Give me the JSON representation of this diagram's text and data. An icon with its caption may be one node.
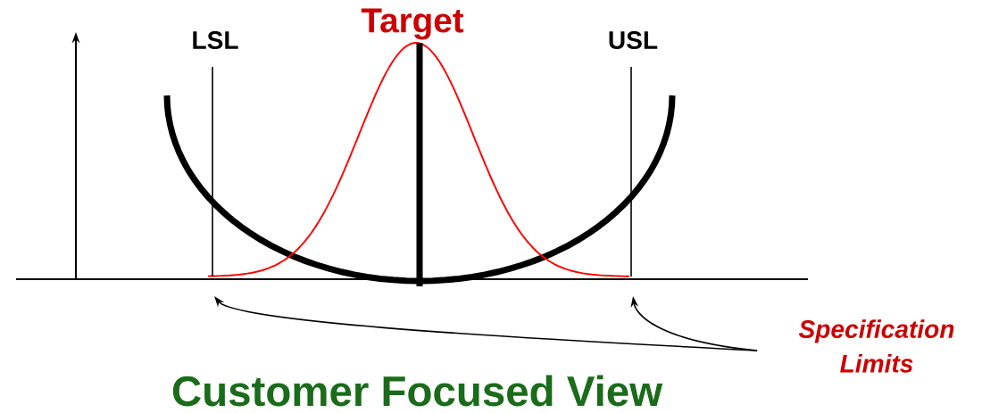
{
  "diagram": {
    "caption": "Customer Focused View",
    "nodes": [
      {
        "text": [
          "Specification Limits"
        ]
      },
      {
        "text": [],
        "shape": "line"
      },
      {
        "text": [],
        "shape": "line"
      }
    ],
    "edges": [
      {
        "from": 0,
        "to": 1,
        "arrow": "to"
      },
      {
        "from": 0,
        "to": 2,
        "arrow": "to"
      }
    ],
    "labels": [
      "Target",
      "LSL",
      "USL"
    ]
  }
}
